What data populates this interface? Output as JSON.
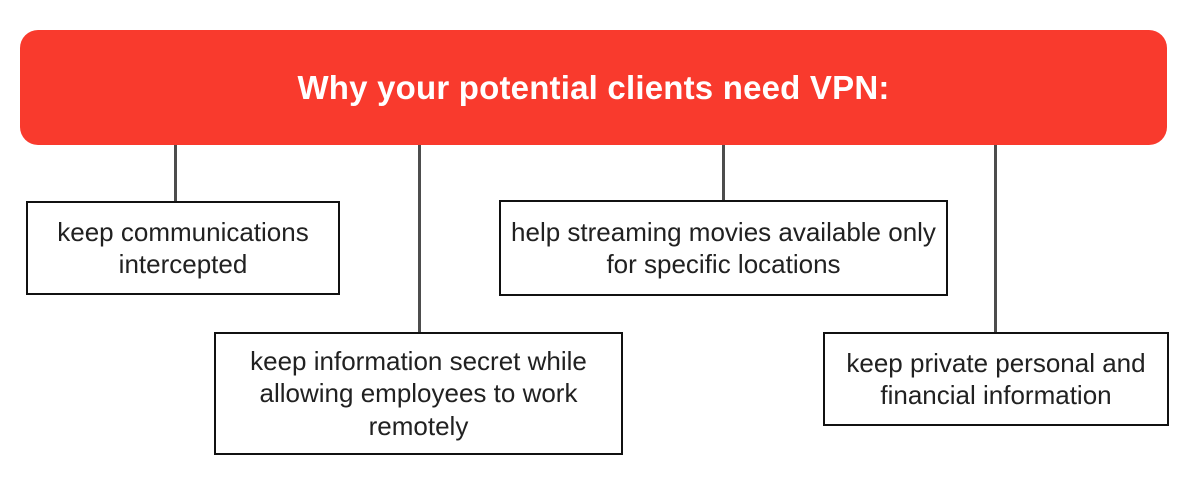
{
  "colors": {
    "banner_background": "#f93a2d",
    "banner_text": "#ffffff",
    "connector_line": "#4d4d4d",
    "box_border": "#111111",
    "box_text": "#212121"
  },
  "header": {
    "title": "Why your potential clients need VPN:"
  },
  "reasons": [
    {
      "label": "keep communications intercepted"
    },
    {
      "label": "keep information secret while allowing employees to work remotely"
    },
    {
      "label": "help streaming movies available only for specific locations"
    },
    {
      "label": "keep private personal and financial information"
    }
  ]
}
